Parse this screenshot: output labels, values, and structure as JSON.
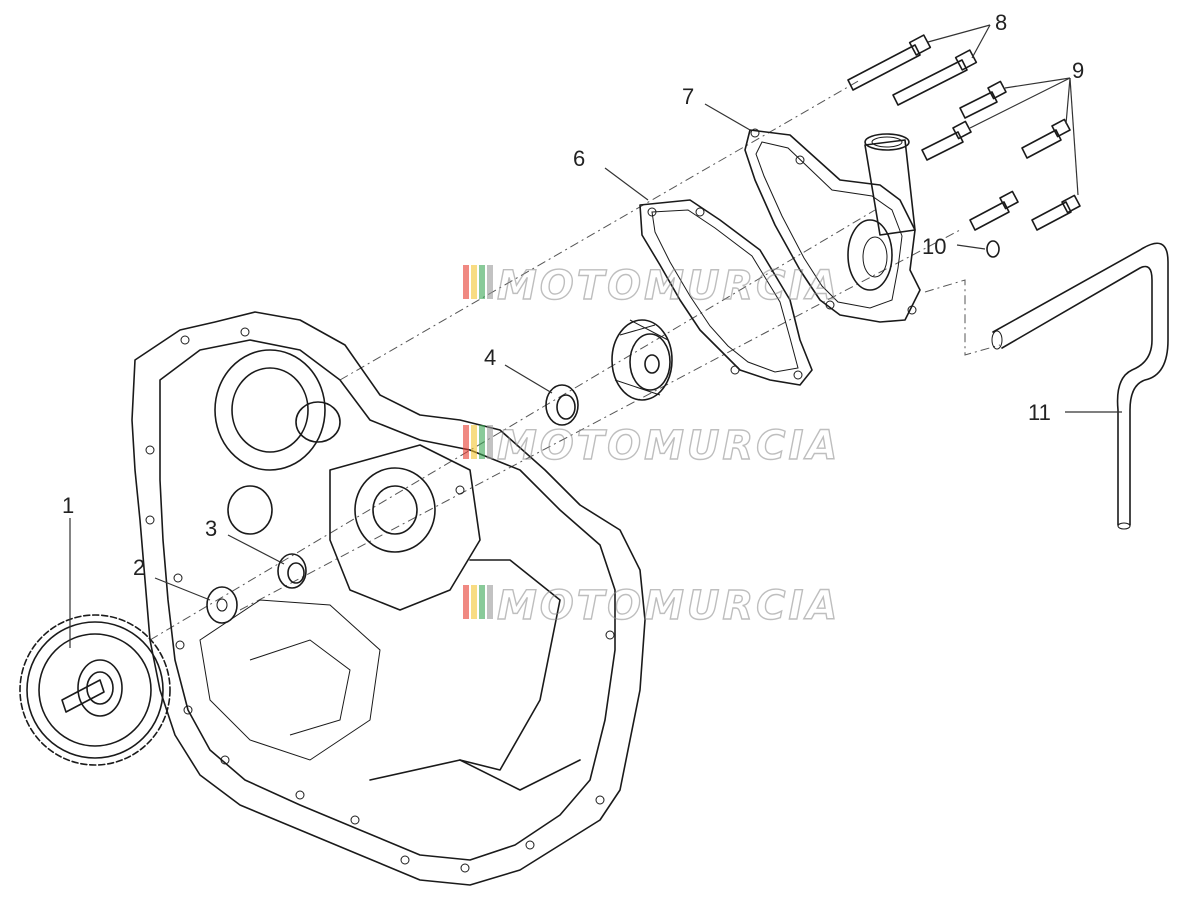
{
  "callouts": {
    "c1": "1",
    "c2": "2",
    "c3": "3",
    "c4": "4",
    "c6": "6",
    "c7": "7",
    "c8": "8",
    "c9": "9",
    "c10": "10",
    "c11": "11"
  },
  "watermark": {
    "text": "MOTOMURCIA",
    "stripe_colors": [
      "#e63b2e",
      "#f4c430",
      "#3aa655",
      "#9a9a9a"
    ]
  }
}
